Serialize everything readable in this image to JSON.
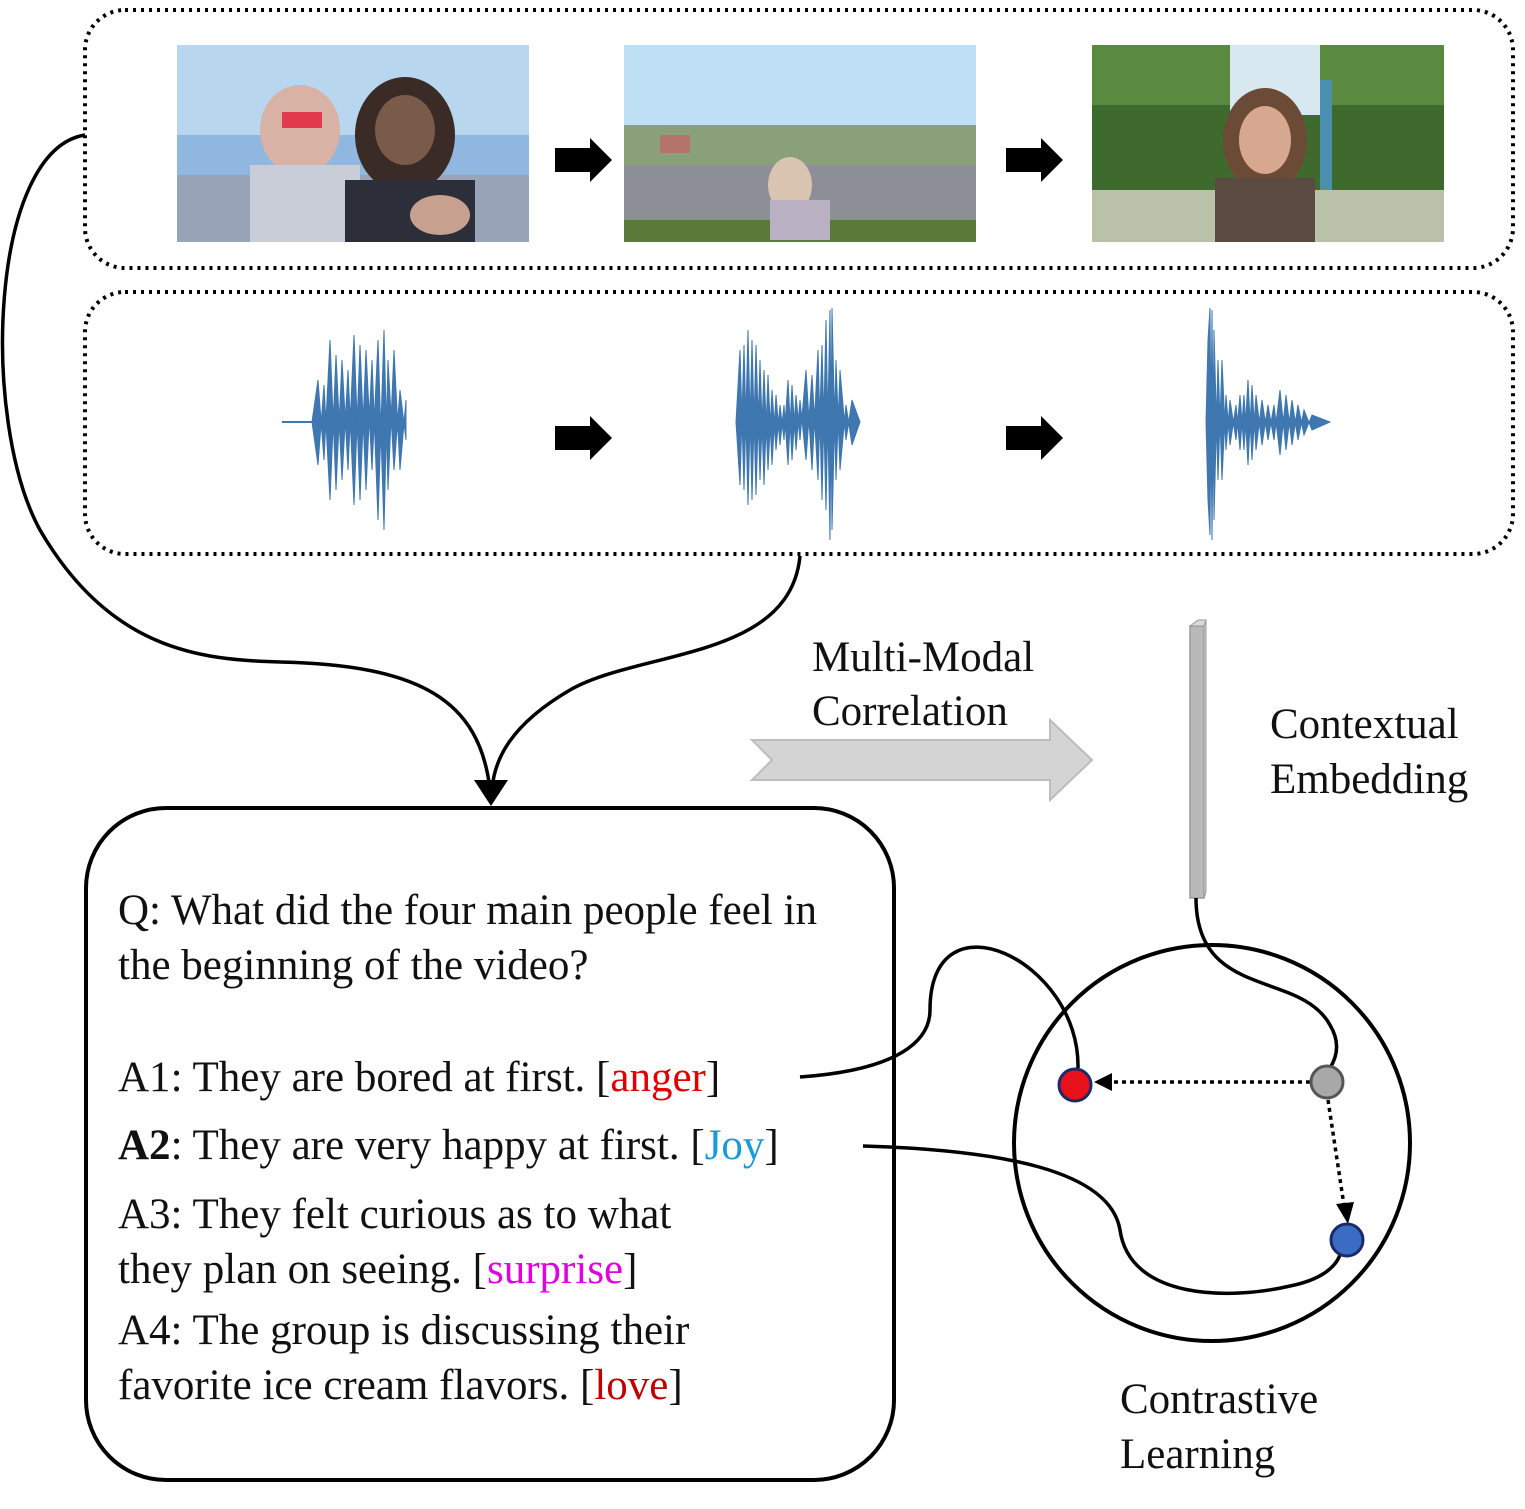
{
  "video_frames": [
    {
      "icon": "video-frame-two-people"
    },
    {
      "icon": "video-frame-street-child"
    },
    {
      "icon": "video-frame-woman-trees"
    }
  ],
  "audio_waveforms": [
    {
      "icon": "waveform-icon",
      "color": "#3f77b0"
    },
    {
      "icon": "waveform-icon",
      "color": "#3f77b0"
    },
    {
      "icon": "waveform-icon",
      "color": "#3f77b0"
    }
  ],
  "labels": {
    "multimodal_1": "Multi-Modal",
    "multimodal_2": "Correlation",
    "contextual_1": "Contextual",
    "contextual_2": "Embedding",
    "contrastive_1": "Contrastive",
    "contrastive_2": "Learning"
  },
  "qa": {
    "question_1": "Q: What did the four main people feel in",
    "question_2": "the beginning of the video?",
    "a1": {
      "prefix": "A1",
      "text": ": They are bored at first. [",
      "emotion": "anger",
      "close": "]"
    },
    "a2": {
      "prefix": "A2",
      "text": ": They are very happy at first. [",
      "emotion": "Joy",
      "close": "]"
    },
    "a3": {
      "line1": "A3: They felt curious as to what",
      "text": "they plan on seeing. [",
      "emotion": "surprise",
      "close": "]"
    },
    "a4": {
      "line1": "A4: The group is discussing their",
      "text": "favorite ice cream flavors. [",
      "emotion": "love",
      "close": "]"
    }
  },
  "colors": {
    "anger": "#e00000",
    "joy": "#1a9ad6",
    "surprise": "#e000e0",
    "love": "#c00000",
    "waveform": "#3f77b0",
    "negative_point": "#e8101a",
    "anchor_point": "#a8a8a8",
    "positive_point": "#3a6cc4",
    "big_arrow": "#d4d4d4"
  }
}
